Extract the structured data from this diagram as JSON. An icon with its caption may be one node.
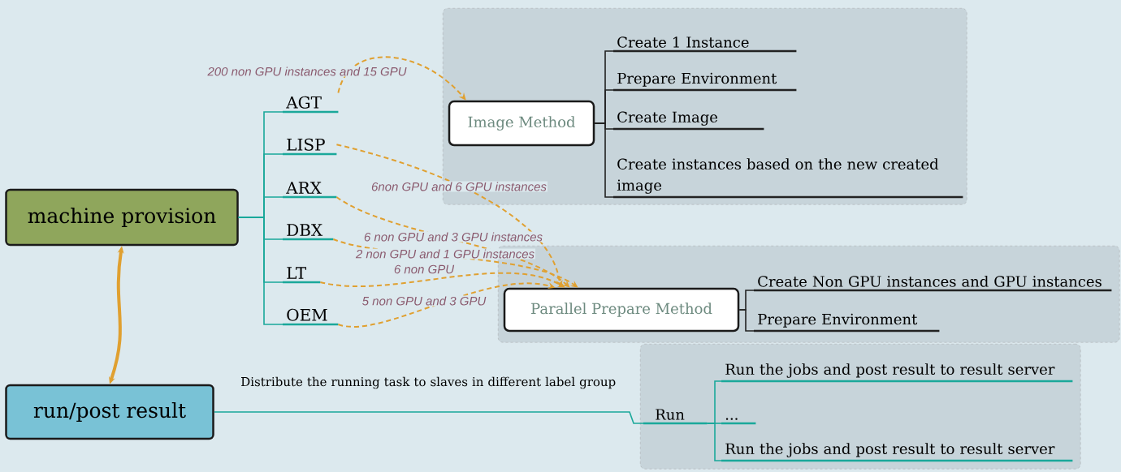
{
  "diagram": {
    "nodes": [
      {
        "text": [
          "machine provision"
        ]
      },
      {
        "text": [
          "run/post result"
        ]
      },
      {
        "text": [
          "AGT"
        ]
      },
      {
        "text": [
          "LISP"
        ]
      },
      {
        "text": [
          "ARX"
        ]
      },
      {
        "text": [
          "DBX"
        ]
      },
      {
        "text": [
          "LT"
        ]
      },
      {
        "text": [
          "OEM"
        ]
      },
      {
        "text": [],
        "shape": "box"
      },
      {
        "text": [
          "Image Method"
        ],
        "in": 8
      },
      {
        "text": [
          "Create 1 Instance"
        ],
        "in": 8
      },
      {
        "text": [
          "Prepare Environment"
        ],
        "in": 8
      },
      {
        "text": [
          "Create Image"
        ],
        "in": 8
      },
      {
        "text": [
          "Create instances based on the new created image"
        ],
        "in": 8
      },
      {
        "text": [],
        "shape": "box"
      },
      {
        "text": [
          "Parallel Prepare Method"
        ],
        "in": 14
      },
      {
        "text": [
          "Create Non GPU instances and GPU instances"
        ],
        "in": 14
      },
      {
        "text": [
          "Prepare Environment"
        ],
        "in": 14
      },
      {
        "text": [],
        "shape": "box"
      },
      {
        "text": [
          "Run"
        ],
        "in": 18
      },
      {
        "text": [
          "Run the jobs and post result to result server"
        ],
        "in": 18
      },
      {
        "text": [
          "..."
        ],
        "in": 18
      },
      {
        "text": [
          "Run the jobs and post result to result server"
        ],
        "in": 18
      }
    ],
    "edges": [
      {
        "from": 0,
        "to": 2,
        "arrow": "none"
      },
      {
        "from": 0,
        "to": 3,
        "arrow": "none"
      },
      {
        "from": 0,
        "to": 4,
        "arrow": "none"
      },
      {
        "from": 0,
        "to": 5,
        "arrow": "none"
      },
      {
        "from": 0,
        "to": 6,
        "arrow": "none"
      },
      {
        "from": 0,
        "to": 7,
        "arrow": "none"
      },
      {
        "from": 0,
        "to": 1,
        "arrow": "both",
        "style": "thick",
        "color": "#e0a030"
      },
      {
        "from": 2,
        "to": 9,
        "arrow": "to",
        "label": "200 non GPU instances and 15 GPU",
        "style": "dashed",
        "color": "#e0a030"
      },
      {
        "from": 3,
        "to": 15,
        "arrow": "to",
        "label": "6non GPU and 6 GPU instances",
        "style": "dashed",
        "color": "#e0a030"
      },
      {
        "from": 4,
        "to": 15,
        "arrow": "to",
        "label": "6 non GPU and 3 GPU instances",
        "style": "dashed",
        "color": "#e0a030"
      },
      {
        "from": 5,
        "to": 15,
        "arrow": "to",
        "label": "2 non GPU and 1 GPU instances",
        "style": "dashed",
        "color": "#e0a030"
      },
      {
        "from": 6,
        "to": 15,
        "arrow": "to",
        "label": "6 non GPU",
        "style": "dashed",
        "color": "#e0a030"
      },
      {
        "from": 7,
        "to": 15,
        "arrow": "to",
        "label": "5 non GPU and 3 GPU",
        "style": "dashed",
        "color": "#e0a030"
      },
      {
        "from": 9,
        "to": 10,
        "arrow": "none",
        "color": "#222222"
      },
      {
        "from": 9,
        "to": 11,
        "arrow": "none",
        "color": "#222222"
      },
      {
        "from": 9,
        "to": 12,
        "arrow": "none",
        "color": "#222222"
      },
      {
        "from": 9,
        "to": 13,
        "arrow": "none",
        "color": "#222222"
      },
      {
        "from": 15,
        "to": 16,
        "arrow": "none",
        "color": "#222222"
      },
      {
        "from": 15,
        "to": 17,
        "arrow": "none",
        "color": "#222222"
      },
      {
        "from": 1,
        "to": 19,
        "arrow": "none",
        "label": "Distribute the running task to slaves in different label group"
      },
      {
        "from": 19,
        "to": 20,
        "arrow": "none"
      },
      {
        "from": 19,
        "to": 21,
        "arrow": "none"
      },
      {
        "from": 19,
        "to": 22,
        "arrow": "none"
      }
    ]
  }
}
